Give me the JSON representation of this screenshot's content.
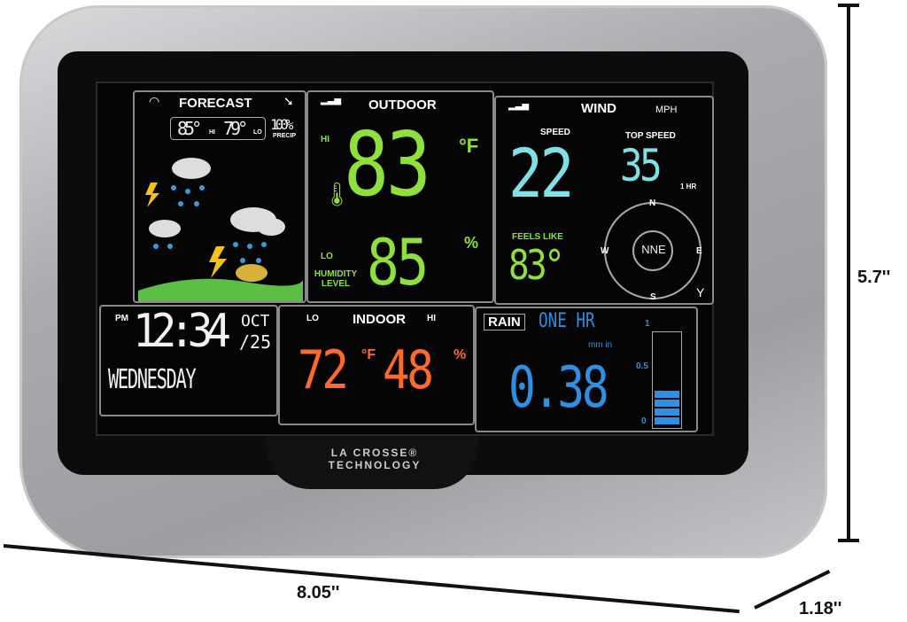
{
  "brand": "LA CROSSE® TECHNOLOGY",
  "forecast": {
    "title": "FORECAST",
    "hi": "85°",
    "hi_label": "HI",
    "lo": "79°",
    "lo_label": "LO",
    "precip": "100%",
    "precip_label": "PRECIP",
    "icons": [
      "wifi-icon",
      "trend-down-arrow-icon",
      "storm-cloud-icon"
    ]
  },
  "outdoor": {
    "title": "OUTDOOR",
    "temp": "83",
    "temp_unit": "°F",
    "humidity": "85",
    "humidity_unit": "%",
    "hi_label": "HI",
    "lo_label": "LO",
    "humidity_label": "HUMIDITY LEVEL"
  },
  "wind": {
    "title": "WIND",
    "unit": "MPH",
    "speed_label": "SPEED",
    "speed": "22",
    "top_speed_label": "TOP SPEED",
    "top_speed": "35",
    "top_speed_period": "1 HR",
    "feels_like_label": "FEELS LIKE",
    "feels_like": "83°",
    "direction": "NNE",
    "compass": [
      "N",
      "E",
      "S",
      "W"
    ]
  },
  "clock": {
    "ampm": "PM",
    "time": "12:34",
    "month": "OCT",
    "day": "/25",
    "weekday": "WEDNESDAY"
  },
  "indoor": {
    "title": "INDOOR",
    "lo_label": "LO",
    "hi_label": "HI",
    "temp": "72",
    "temp_unit": "°F",
    "humidity": "48",
    "humidity_unit": "%"
  },
  "rain": {
    "title": "RAIN",
    "period": "ONE HR",
    "unit": "mm in",
    "value": "0.38",
    "scale": [
      "1",
      "0.5",
      "0"
    ],
    "fill_fraction": 0.38
  },
  "dimensions": {
    "height": "5.7''",
    "width": "8.05''",
    "depth": "1.18''"
  },
  "colors": {
    "outdoor": "#8fe03c",
    "wind": "#7fe0e6",
    "indoor": "#ff6a2a",
    "rain": "#2f8fe0",
    "clock": "#f2f2f2"
  }
}
